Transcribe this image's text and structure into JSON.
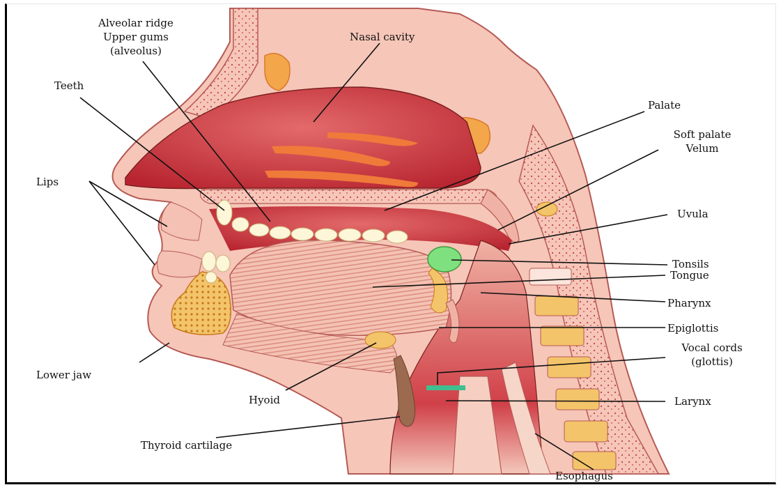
{
  "labels": {
    "alveolar_ridge": [
      "Alveolar ridge",
      "Upper gums",
      "(alveolus)"
    ],
    "teeth": "Teeth",
    "nasal_cavity": "Nasal cavity",
    "palate": "Palate",
    "soft_palate": [
      "Soft palate",
      "Velum"
    ],
    "uvula": "Uvula",
    "lips": "Lips",
    "tonsils": "Tonsils",
    "tongue": "Tongue",
    "pharynx": "Pharynx",
    "epiglottis": "Epiglottis",
    "vocal_cords": [
      "Vocal cords",
      "(glottis)"
    ],
    "lower_jaw": "Lower jaw",
    "hyoid": "Hyoid",
    "larynx": "Larynx",
    "thyroid_cartilage": "Thyroid cartilage",
    "esophagus": "Esophagus"
  },
  "colors": {
    "tissue": "#f6c6b8",
    "tissue_dark": "#e8a392",
    "cavity": "#c8303a",
    "cavity_light": "#e36a6a",
    "bone": "#f3c46a",
    "teeth": "#fdf6d8",
    "tonsil": "#7ee07e",
    "vocal": "#3fbf8f",
    "cartilage": "#9b6a4f",
    "outline": "#7a1f1f"
  }
}
